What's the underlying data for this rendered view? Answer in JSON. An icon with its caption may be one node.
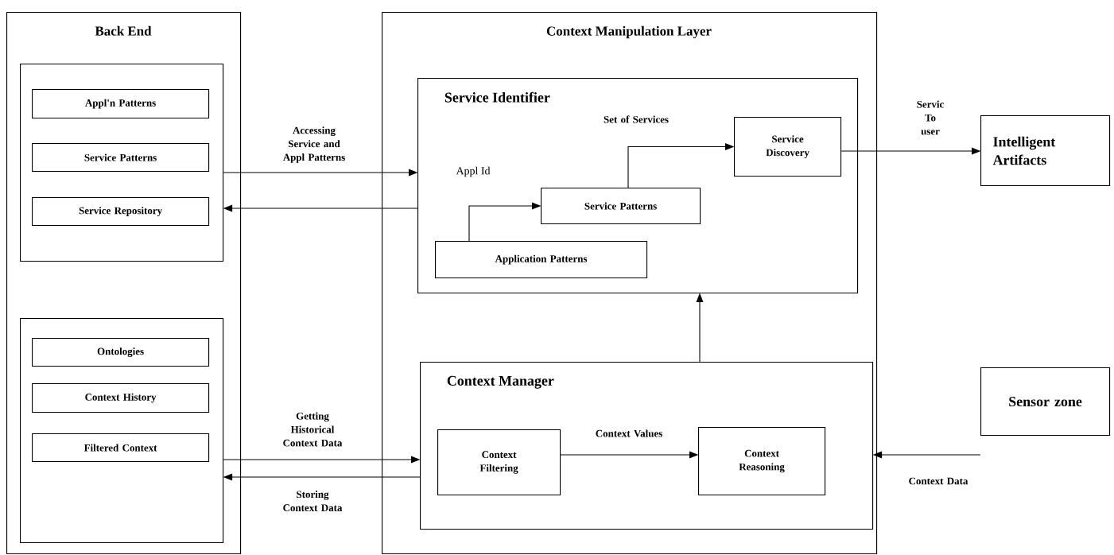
{
  "diagram": {
    "nodes": [
      {
        "text": [
          "Back End"
        ]
      },
      {
        "text": [],
        "shape": "box",
        "in": 0
      },
      {
        "text": [
          "Appl'n Patterns"
        ],
        "in": 1
      },
      {
        "text": [
          "Service Patterns"
        ],
        "in": 1
      },
      {
        "text": [
          "Service Repository"
        ],
        "in": 1
      },
      {
        "text": [],
        "shape": "box",
        "in": 0
      },
      {
        "text": [
          "Ontologies"
        ],
        "in": 5
      },
      {
        "text": [
          "Context History"
        ],
        "in": 5
      },
      {
        "text": [
          "Filtered Context"
        ],
        "in": 5
      },
      {
        "text": [
          "Context Manipulation Layer"
        ]
      },
      {
        "text": [
          "Service Identifier"
        ],
        "in": 9
      },
      {
        "text": [
          "Service Discovery"
        ],
        "in": 10
      },
      {
        "text": [
          "Service Patterns"
        ],
        "in": 10
      },
      {
        "text": [
          "Application Patterns"
        ],
        "in": 10
      },
      {
        "text": [
          "Context Manager"
        ],
        "in": 9
      },
      {
        "text": [
          "Context Filtering"
        ],
        "in": 14
      },
      {
        "text": [
          "Context Reasoning"
        ],
        "in": 14
      },
      {
        "text": [
          "Intelligent Artifacts"
        ]
      },
      {
        "text": [
          "Sensor zone"
        ]
      }
    ],
    "edges": [
      {
        "from": 1,
        "to": 10,
        "arrow": "to",
        "label": "Accessing Service and Appl Patterns"
      },
      {
        "from": 10,
        "to": 1,
        "arrow": "to"
      },
      {
        "from": 13,
        "to": 12,
        "arrow": "to"
      },
      {
        "from": 12,
        "to": 11,
        "arrow": "to",
        "label": "Set of Services"
      },
      {
        "from": 11,
        "to": 17,
        "arrow": "to",
        "label": "Servic To user"
      },
      {
        "from": 5,
        "to": 14,
        "arrow": "to",
        "label": "Getting Historical Context Data"
      },
      {
        "from": 14,
        "to": 5,
        "arrow": "to",
        "label": "Storing Context Data"
      },
      {
        "from": 15,
        "to": 16,
        "arrow": "to",
        "label": "Context Values"
      },
      {
        "from": 18,
        "to": 14,
        "arrow": "to",
        "label": "Context Data"
      },
      {
        "from": 14,
        "to": 10,
        "arrow": "to"
      }
    ],
    "labels": [
      "Appl Id"
    ]
  }
}
